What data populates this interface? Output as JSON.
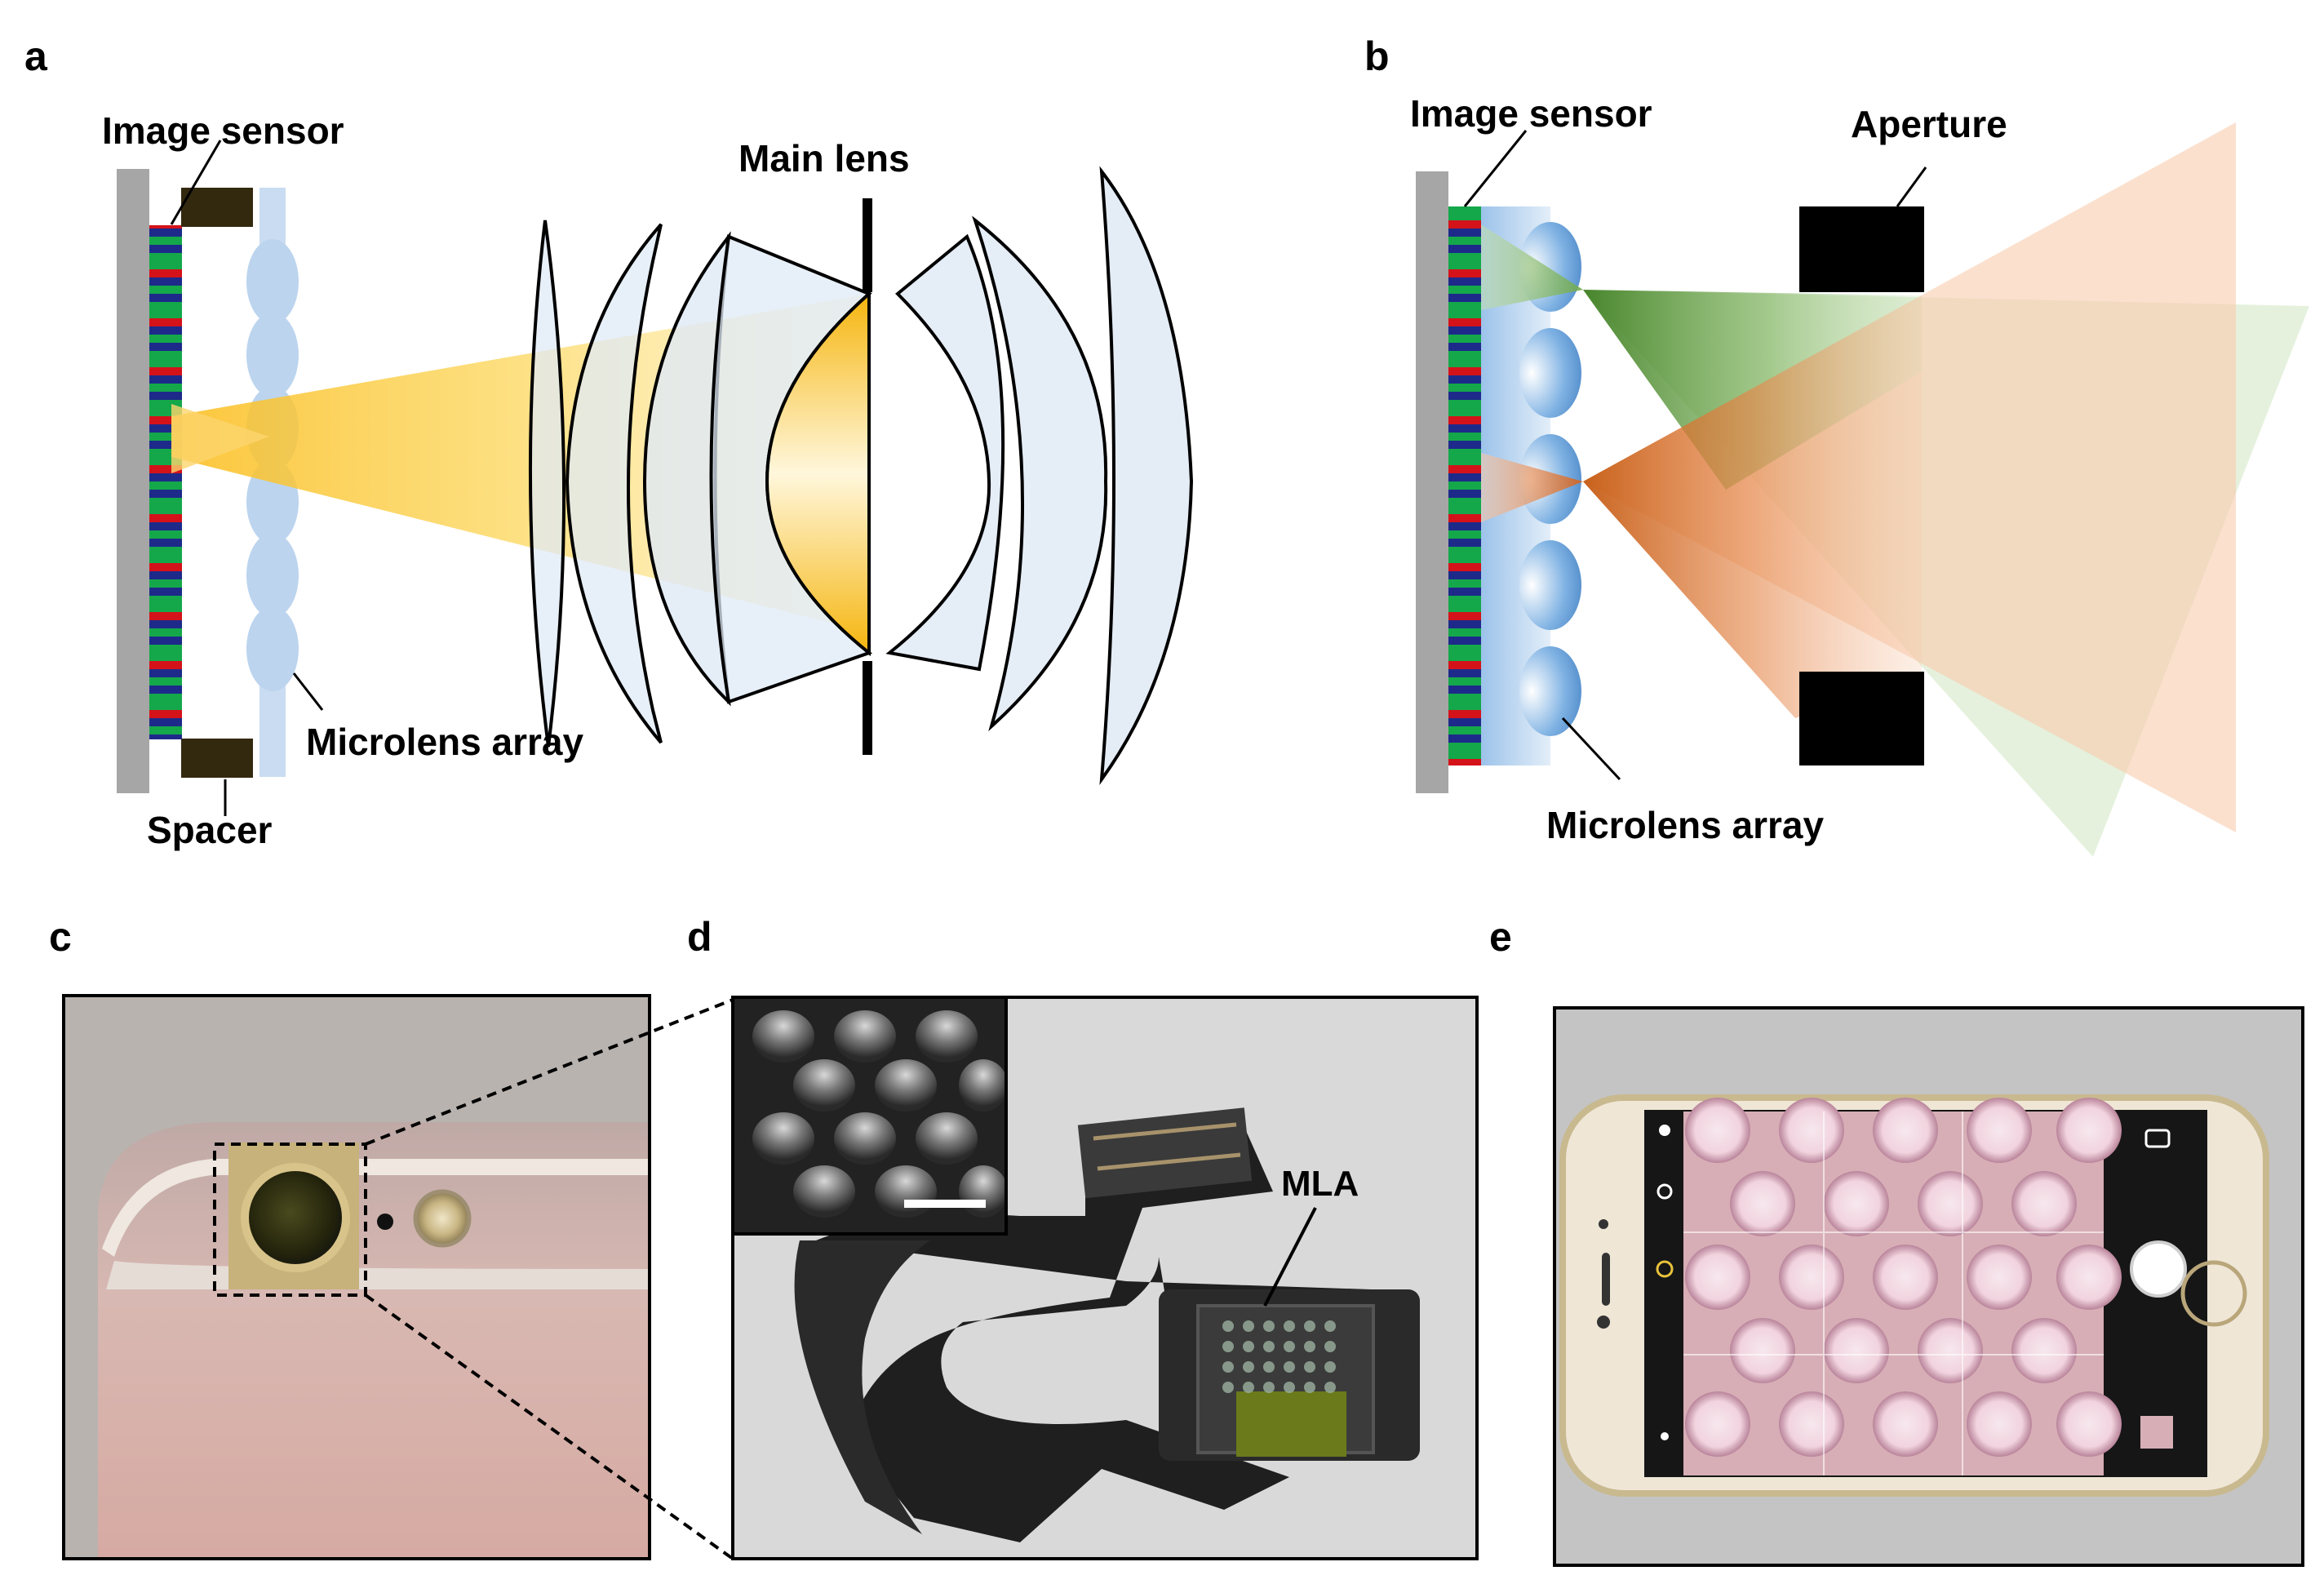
{
  "panels": {
    "a": {
      "letter": "a",
      "image_sensor": "Image sensor",
      "main_lens": "Main lens",
      "microlens_array": "Microlens array",
      "spacer": "Spacer"
    },
    "b": {
      "letter": "b",
      "image_sensor": "Image sensor",
      "aperture": "Aperture",
      "microlens_array": "Microlens array"
    },
    "c": {
      "letter": "c"
    },
    "d": {
      "letter": "d",
      "mla": "MLA"
    },
    "e": {
      "letter": "e"
    }
  },
  "colors": {
    "sensor_red": "#d4121a",
    "sensor_green": "#14a84a",
    "sensor_blue": "#1d2a8a",
    "housing_gray": "#a6a6a6",
    "spacer_brown": "#33290f",
    "lens_blue": "#e3edf8",
    "microlens_blue": "#5b9bd5",
    "yellow_beam": "#fbbf24",
    "green_beam": "#4a8a2a",
    "orange_beam": "#d4621c"
  }
}
